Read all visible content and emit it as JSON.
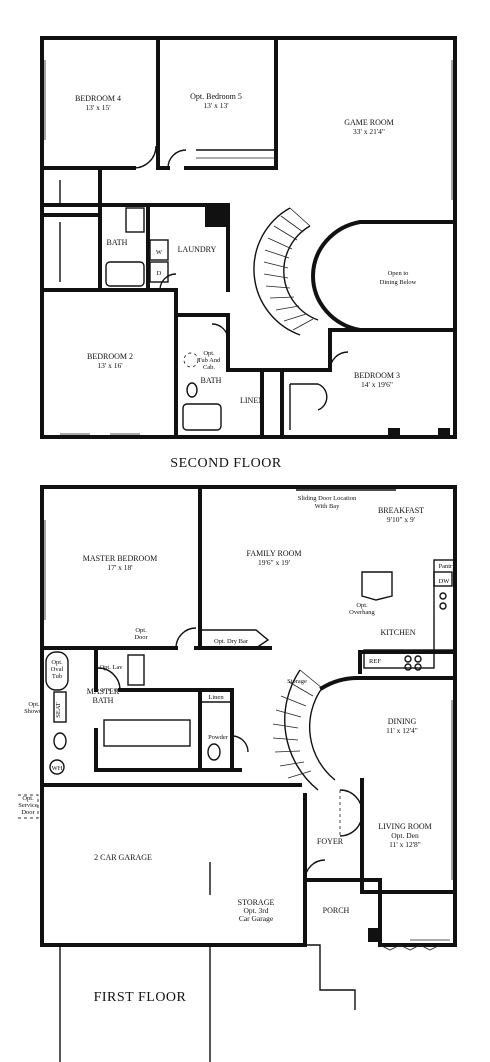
{
  "second_floor": {
    "title": "SECOND FLOOR",
    "rooms": {
      "bedroom4": {
        "name": "BEDROOM 4",
        "dim": "13' x 15'"
      },
      "bedroom5": {
        "name": "Opt. Bedroom 5",
        "dim": "13' x 13'"
      },
      "game_room": {
        "name": "GAME ROOM",
        "dim": "33' x 21'4\""
      },
      "bath": "BATH",
      "laundry": "LAUNDRY",
      "washer": "W",
      "dryer": "D",
      "open_below_1": "Open to",
      "open_below_2": "Dining Below",
      "bedroom2": {
        "name": "BEDROOM 2",
        "dim": "13' x 16'"
      },
      "bath2": "BATH",
      "tub_cab_1": "Opt.",
      "tub_cab_2": "Tub And",
      "tub_cab_3": "Cab.",
      "linen": "LINEN",
      "bedroom3": {
        "name": "BEDROOM 3",
        "dim": "14' x 19'6\""
      }
    }
  },
  "first_floor": {
    "title": "FIRST FLOOR",
    "rooms": {
      "sliding_1": "Sliding Door Location",
      "sliding_2": "With Bay",
      "breakfast": {
        "name": "BREAKFAST",
        "dim": "9'10\" x 9'"
      },
      "master_bedroom": {
        "name": "MASTER BEDROOM",
        "dim": "17' x 18'"
      },
      "family_room": {
        "name": "FAMILY ROOM",
        "dim": "19'6\" x 19'"
      },
      "pantry": "Pantry",
      "dw": "DW",
      "opt_overhang_1": "Opt.",
      "opt_overhang_2": "Overhang",
      "kitchen": "KITCHEN",
      "opt_door_1": "Opt.",
      "opt_door_2": "Door",
      "opt_dry_bar": "Opt. Dry Bar",
      "refr": "REF",
      "opt_oval_tub_1": "Opt.",
      "opt_oval_tub_2": "Oval",
      "opt_oval_tub_3": "Tub",
      "opt_lav": "Opt. Lav",
      "master_bath_1": "MASTER",
      "master_bath_2": "BATH",
      "storage_small": "Storage",
      "linen": "Linen",
      "opt_shower_1": "Opt.",
      "opt_shower_2": "Shower",
      "seat": "SEAT",
      "powder": "Powder",
      "dining": {
        "name": "DINING",
        "dim": "11' x 12'4\""
      },
      "wh": "WH",
      "opt_service_door_1": "Opt.",
      "opt_service_door_2": "Service",
      "opt_service_door_3": "Door",
      "garage": "2 CAR GARAGE",
      "foyer": "FOYER",
      "living_room": {
        "name": "LIVING ROOM",
        "alt": "Opt. Den",
        "dim": "11' x 12'8\""
      },
      "storage": {
        "name": "STORAGE",
        "alt1": "Opt. 3rd",
        "alt2": "Car Garage"
      },
      "porch": "PORCH"
    }
  }
}
